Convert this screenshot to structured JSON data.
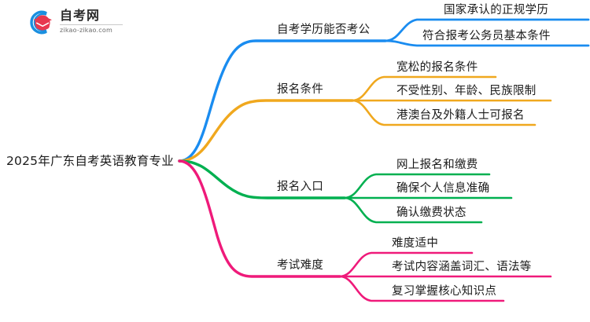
{
  "logo": {
    "mark_icon": "graduation-cap-in-circle-icon",
    "cn_name": "自考网",
    "url": "zikao-zikao.com",
    "arc_color": "#1a8fe0",
    "cap_color": "#e8384f"
  },
  "mindmap": {
    "root": {
      "label": "2025年广东自考英语教育专业"
    },
    "branches": [
      {
        "label": "自考学历能否考公",
        "color": "#1a8cf0",
        "children": [
          {
            "label": "国家承认的正规学历"
          },
          {
            "label": "符合报考公务员基本条件"
          }
        ]
      },
      {
        "label": "报名条件",
        "color": "#f0a81e",
        "children": [
          {
            "label": "宽松的报名条件"
          },
          {
            "label": "不受性别、年龄、民族限制"
          },
          {
            "label": "港澳台及外籍人士可报名"
          }
        ]
      },
      {
        "label": "报名入口",
        "color": "#00b050",
        "children": [
          {
            "label": "网上报名和缴费"
          },
          {
            "label": "确保个人信息准确"
          },
          {
            "label": "确认缴费状态"
          }
        ]
      },
      {
        "label": "考试难度",
        "color": "#ef1a7a",
        "children": [
          {
            "label": "难度适中"
          },
          {
            "label": "考试内容涵盖词汇、语法等"
          },
          {
            "label": "复习掌握核心知识点"
          }
        ]
      }
    ]
  }
}
